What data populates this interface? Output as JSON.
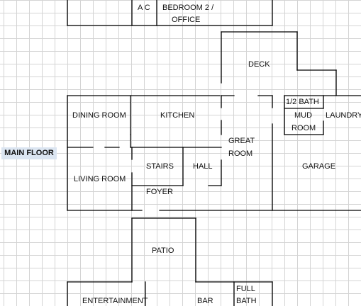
{
  "sheet_label": "MAIN FLOOR",
  "rooms": {
    "ac": "A C",
    "bedroom2": "BEDROOM 2 /",
    "office": "OFFICE",
    "deck": "DECK",
    "half_bath": "1/2 BATH",
    "mud": "MUD",
    "mud_room": "ROOM",
    "laundry": "LAUNDRY",
    "dining_room": "DINING ROOM",
    "kitchen": "KITCHEN",
    "great": "GREAT",
    "great_room": "ROOM",
    "stairs": "STAIRS",
    "hall": "HALL",
    "living_room": "LIVING ROOM",
    "garage": "GARAGE",
    "foyer": "FOYER",
    "patio": "PATIO",
    "full": "FULL",
    "full_bath": "BATH",
    "entertainment": "ENTERTAINMENT",
    "bar": "BAR"
  },
  "line_color": "#000000"
}
